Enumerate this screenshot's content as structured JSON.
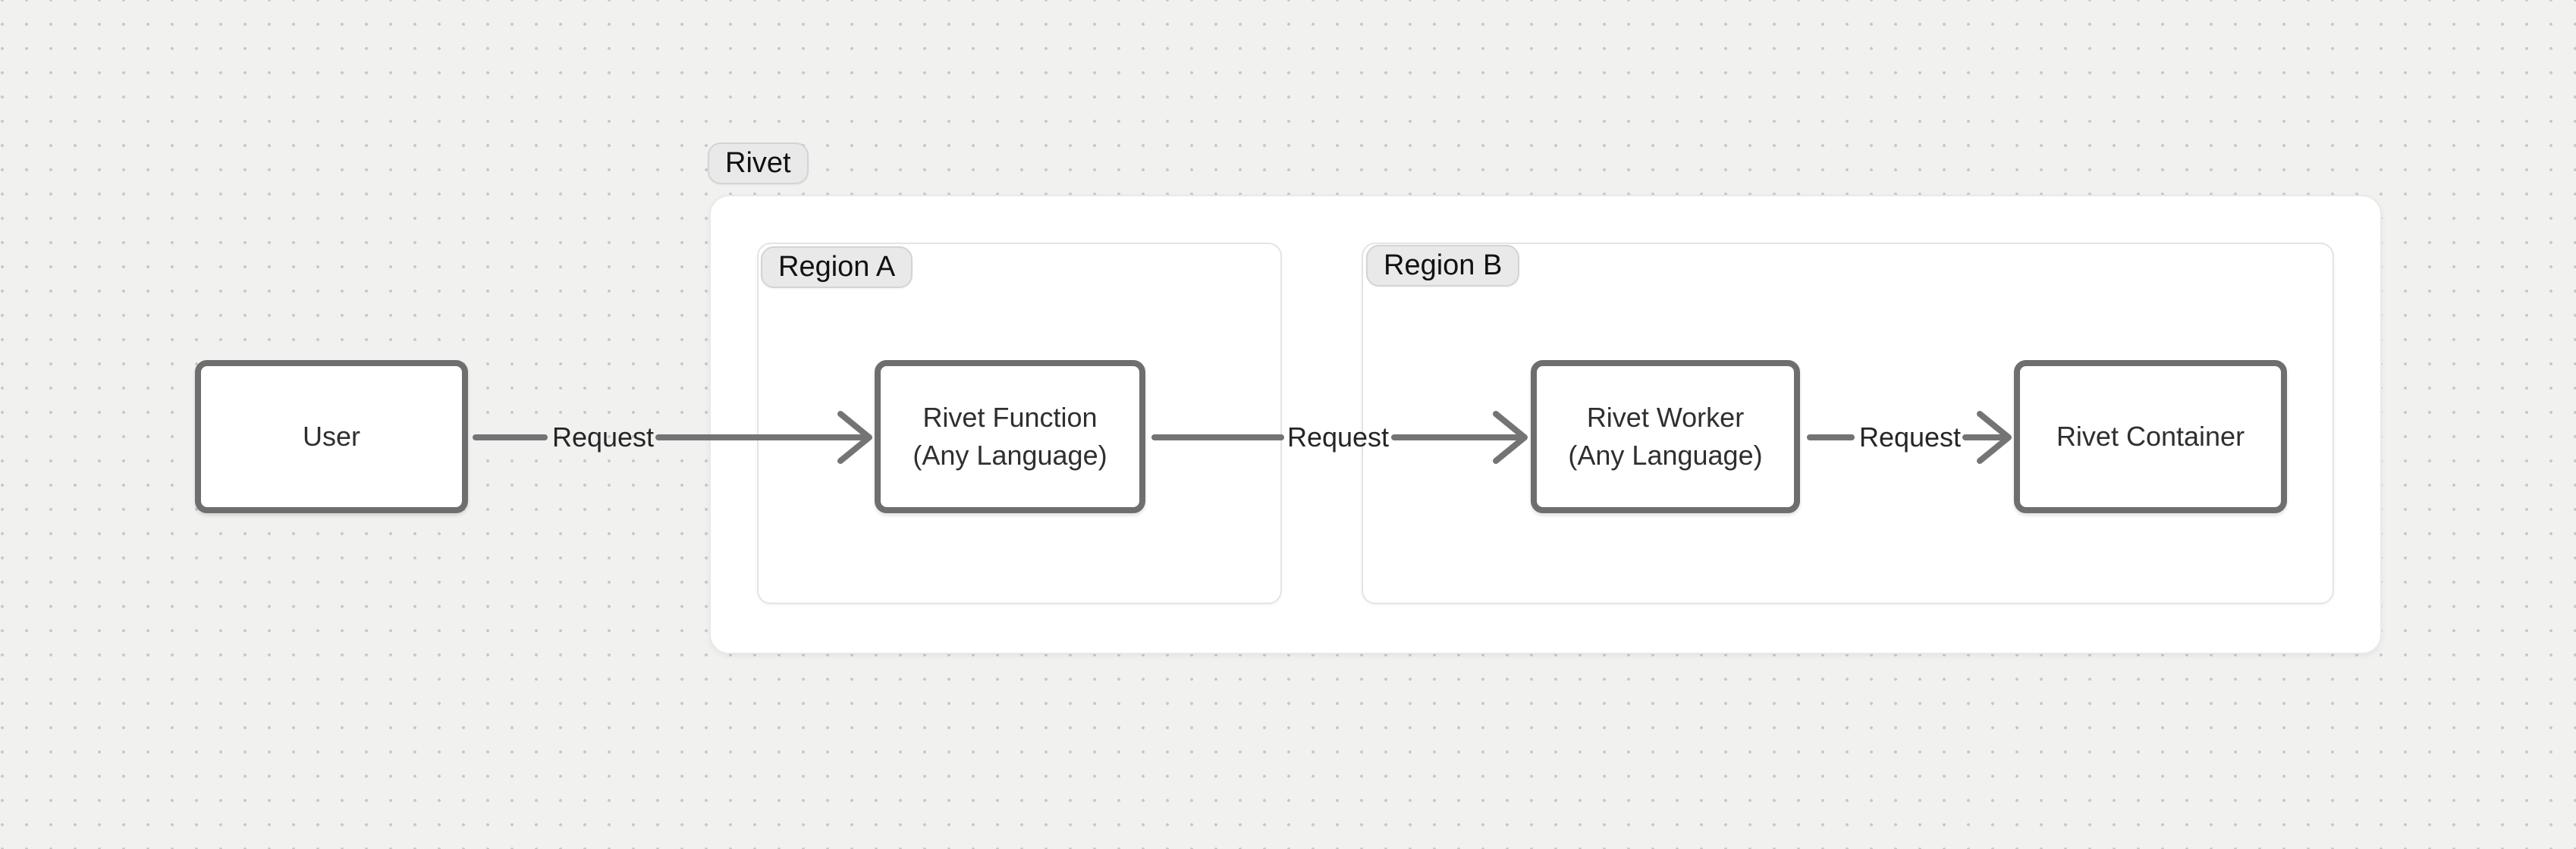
{
  "diagram": {
    "groups": {
      "rivet": {
        "label": "Rivet"
      },
      "region_a": {
        "label": "Region A"
      },
      "region_b": {
        "label": "Region B"
      }
    },
    "nodes": {
      "user": {
        "label": "User"
      },
      "rivet_function": {
        "line1": "Rivet Function",
        "line2": "(Any Language)"
      },
      "rivet_worker": {
        "line1": "Rivet Worker",
        "line2": "(Any Language)"
      },
      "rivet_container": {
        "label": "Rivet Container"
      }
    },
    "edges": [
      {
        "from": "User",
        "to": "Rivet Function",
        "label": "Request"
      },
      {
        "from": "Rivet Function",
        "to": "Rivet Worker",
        "label": "Request"
      },
      {
        "from": "Rivet Worker",
        "to": "Rivet Container",
        "label": "Request"
      }
    ],
    "colors": {
      "canvas_bg": "#f1f1f0",
      "dot_grid": "#c9c9c9",
      "node_border": "#6e6e6e",
      "node_fill": "#ffffff",
      "node_text": "#2f2f2f",
      "edge_stroke": "#747474",
      "edge_label_text": "#262626",
      "group_fill": "#ffffff",
      "group_border": "#e4e4e4",
      "badge_bg": "#e9e9e9",
      "badge_border": "#d4d4d4",
      "badge_text": "#111111"
    }
  }
}
